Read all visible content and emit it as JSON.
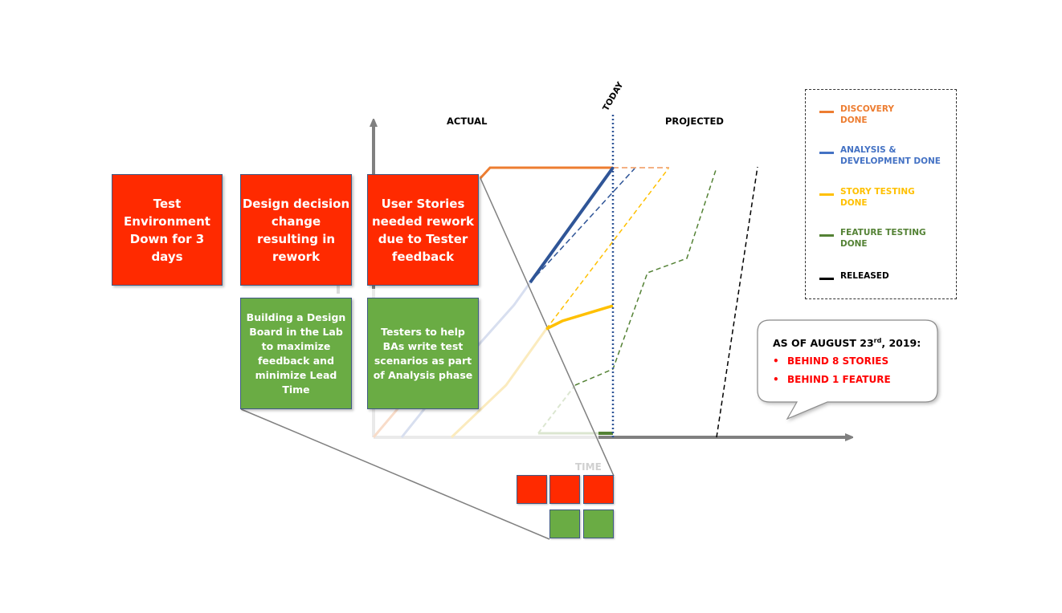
{
  "headings": {
    "actual": "ACTUAL",
    "projected": "PROJECTED",
    "today": "TODAY",
    "time": "TIME"
  },
  "impediments": [
    {
      "text": "Test\nEnvironment\nDown for 3\ndays"
    },
    {
      "text": "Design decision\nchange\nresulting in\nrework"
    },
    {
      "text": "User Stories\nneeded rework\ndue to Tester\nfeedback"
    }
  ],
  "improvements": [
    {
      "text": "Building a Design\nBoard in the Lab\nto maximize\nfeedback and\nminimize Lead\nTime"
    },
    {
      "text": "Testers to help\nBAs write test\nscenarios as part\nof Analysis phase"
    }
  ],
  "legend": [
    {
      "label": "DISCOVERY\nDONE",
      "color": "#ed7d31"
    },
    {
      "label": "ANALYSIS &\nDEVELOPMENT DONE",
      "color": "#4472c4"
    },
    {
      "label": "STORY TESTING\nDONE",
      "color": "#ffc000"
    },
    {
      "label": "FEATURE TESTING\nDONE",
      "color": "#548235"
    },
    {
      "label": "RELEASED",
      "color": "#000000"
    }
  ],
  "callout": {
    "title_prefix": "AS OF AUGUST 23",
    "title_sup": "rd",
    "title_suffix": ", 2019:",
    "bullets": [
      "BEHIND 8 STORIES",
      "BEHIND 1 FEATURE"
    ],
    "bullet_marker": "•",
    "bullet_color": "#ff0000"
  },
  "colors": {
    "red_card": "#ff2a00",
    "green_card": "#6aac44",
    "axis": "#808080",
    "today_line": "#2f5597"
  }
}
